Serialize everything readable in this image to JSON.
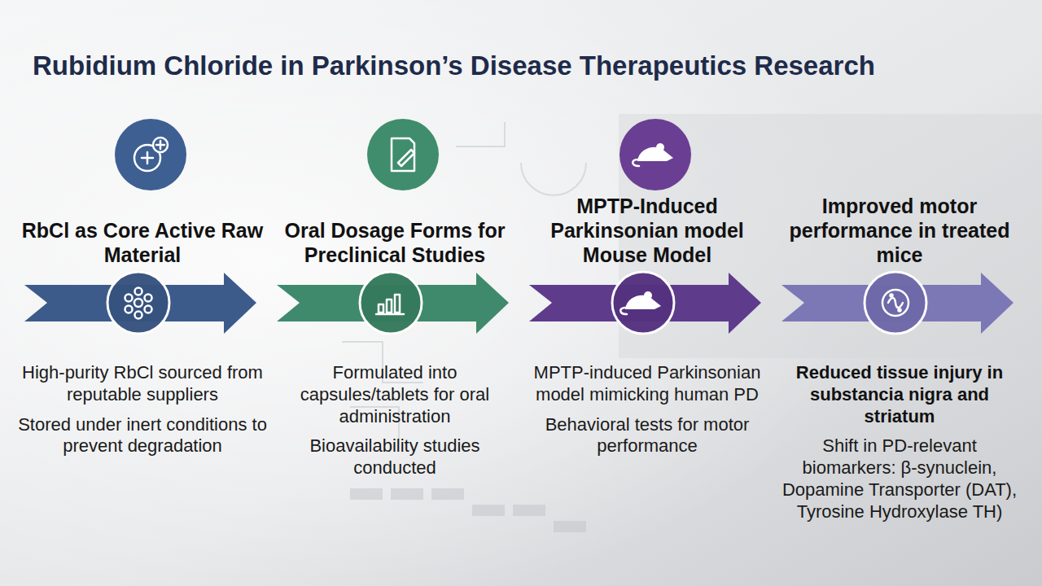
{
  "diagram": {
    "title": "Rubidium Chloride in Parkinson’s Disease Therapeutics Research",
    "nodes": [
      {
        "text": [
          "RbCl as Core Active Raw Material",
          "High-purity RbCl sourced from reputable suppliers",
          "Stored under inert conditions to prevent degradation"
        ]
      },
      {
        "text": [
          "Oral Dosage Forms for Preclinical Studies",
          "Formulated into capsules/tablets for oral administration",
          "Bioavailability studies conducted"
        ]
      },
      {
        "text": [
          "MPTP-Induced Parkinsonian model Mouse Model",
          "MPTP-induced Parkinsonian model mimicking human PD",
          "Behavioral tests for motor performance"
        ]
      },
      {
        "text": [
          "Improved motor performance in treated mice",
          "Reduced tissue injury in substancia nigra and striatum",
          "Shift in PD-relevant biomarkers: β-synuclein, Dopamine Transporter (DAT), Tyrosine Hydroxylase TH)"
        ]
      }
    ]
  }
}
